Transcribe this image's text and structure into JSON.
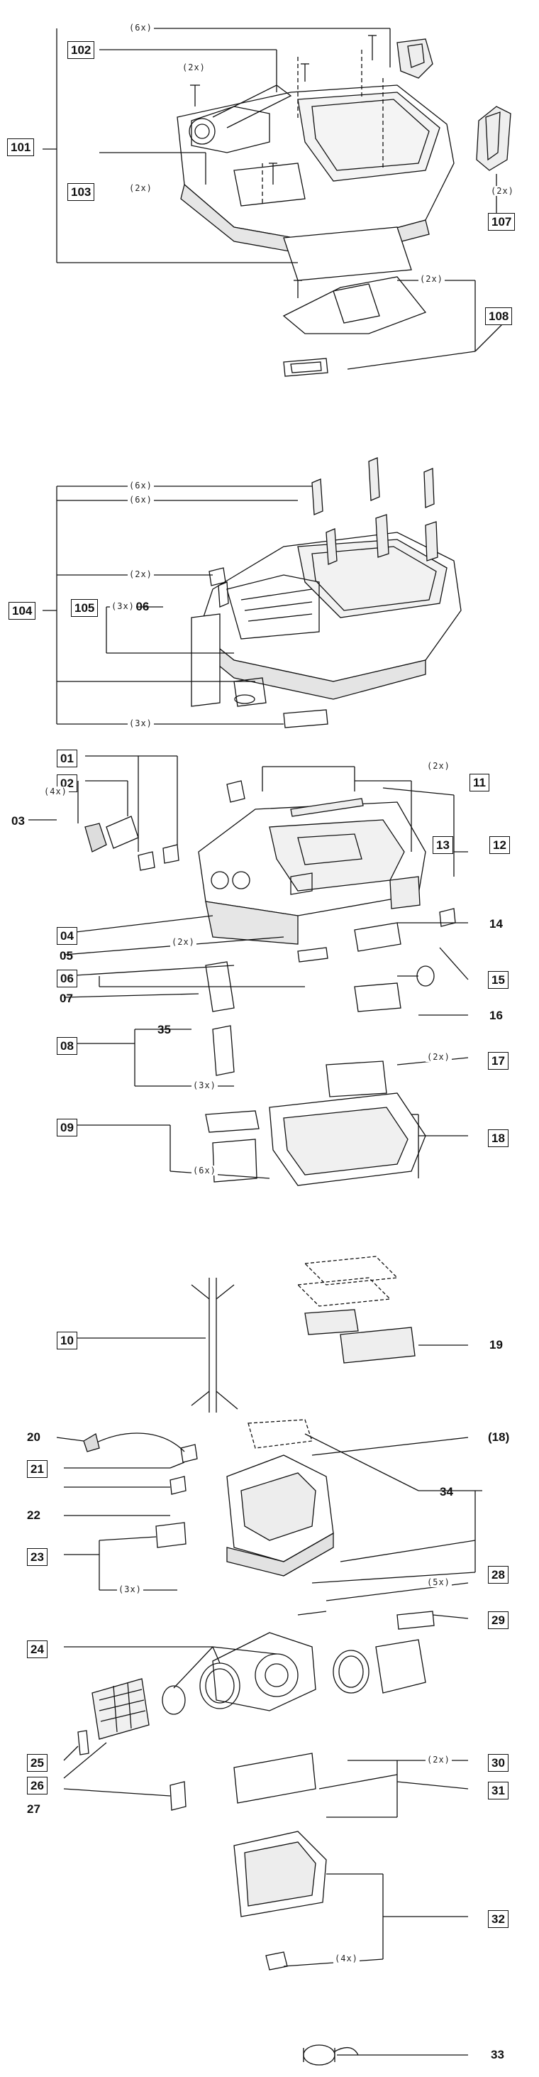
{
  "labels": {
    "l101": "101",
    "l102": "102",
    "l103": "103",
    "l107": "107",
    "l108": "108",
    "l104": "104",
    "l105": "105",
    "l106": "106",
    "l01": "01",
    "l02": "02",
    "l03": "03",
    "l04": "04",
    "l05": "05",
    "l06": "06",
    "l07": "07",
    "l08": "08",
    "l09": "09",
    "l10": "10",
    "l11": "11",
    "l12": "12",
    "l13": "13",
    "l14": "14",
    "l15": "15",
    "l16": "16",
    "l17": "17",
    "l18": "18",
    "l19": "19",
    "l20": "20",
    "l21": "21",
    "l22": "22",
    "l23": "23",
    "l24": "24",
    "l25": "25",
    "l26": "26",
    "l27": "27",
    "l28": "28",
    "l29": "29",
    "l30": "30",
    "l31": "31",
    "l32": "32",
    "l33": "33",
    "l34": "34",
    "l35": "35",
    "l18ref": "(18)"
  },
  "quantities": {
    "q6x": "(6x)",
    "q2x": "(2x)",
    "q3x": "(3x)",
    "q4x": "(4x)",
    "q5x": "(5x)"
  },
  "colors": {
    "ink": "#111111",
    "paper": "#ffffff",
    "shade": "#d8d8d8"
  }
}
